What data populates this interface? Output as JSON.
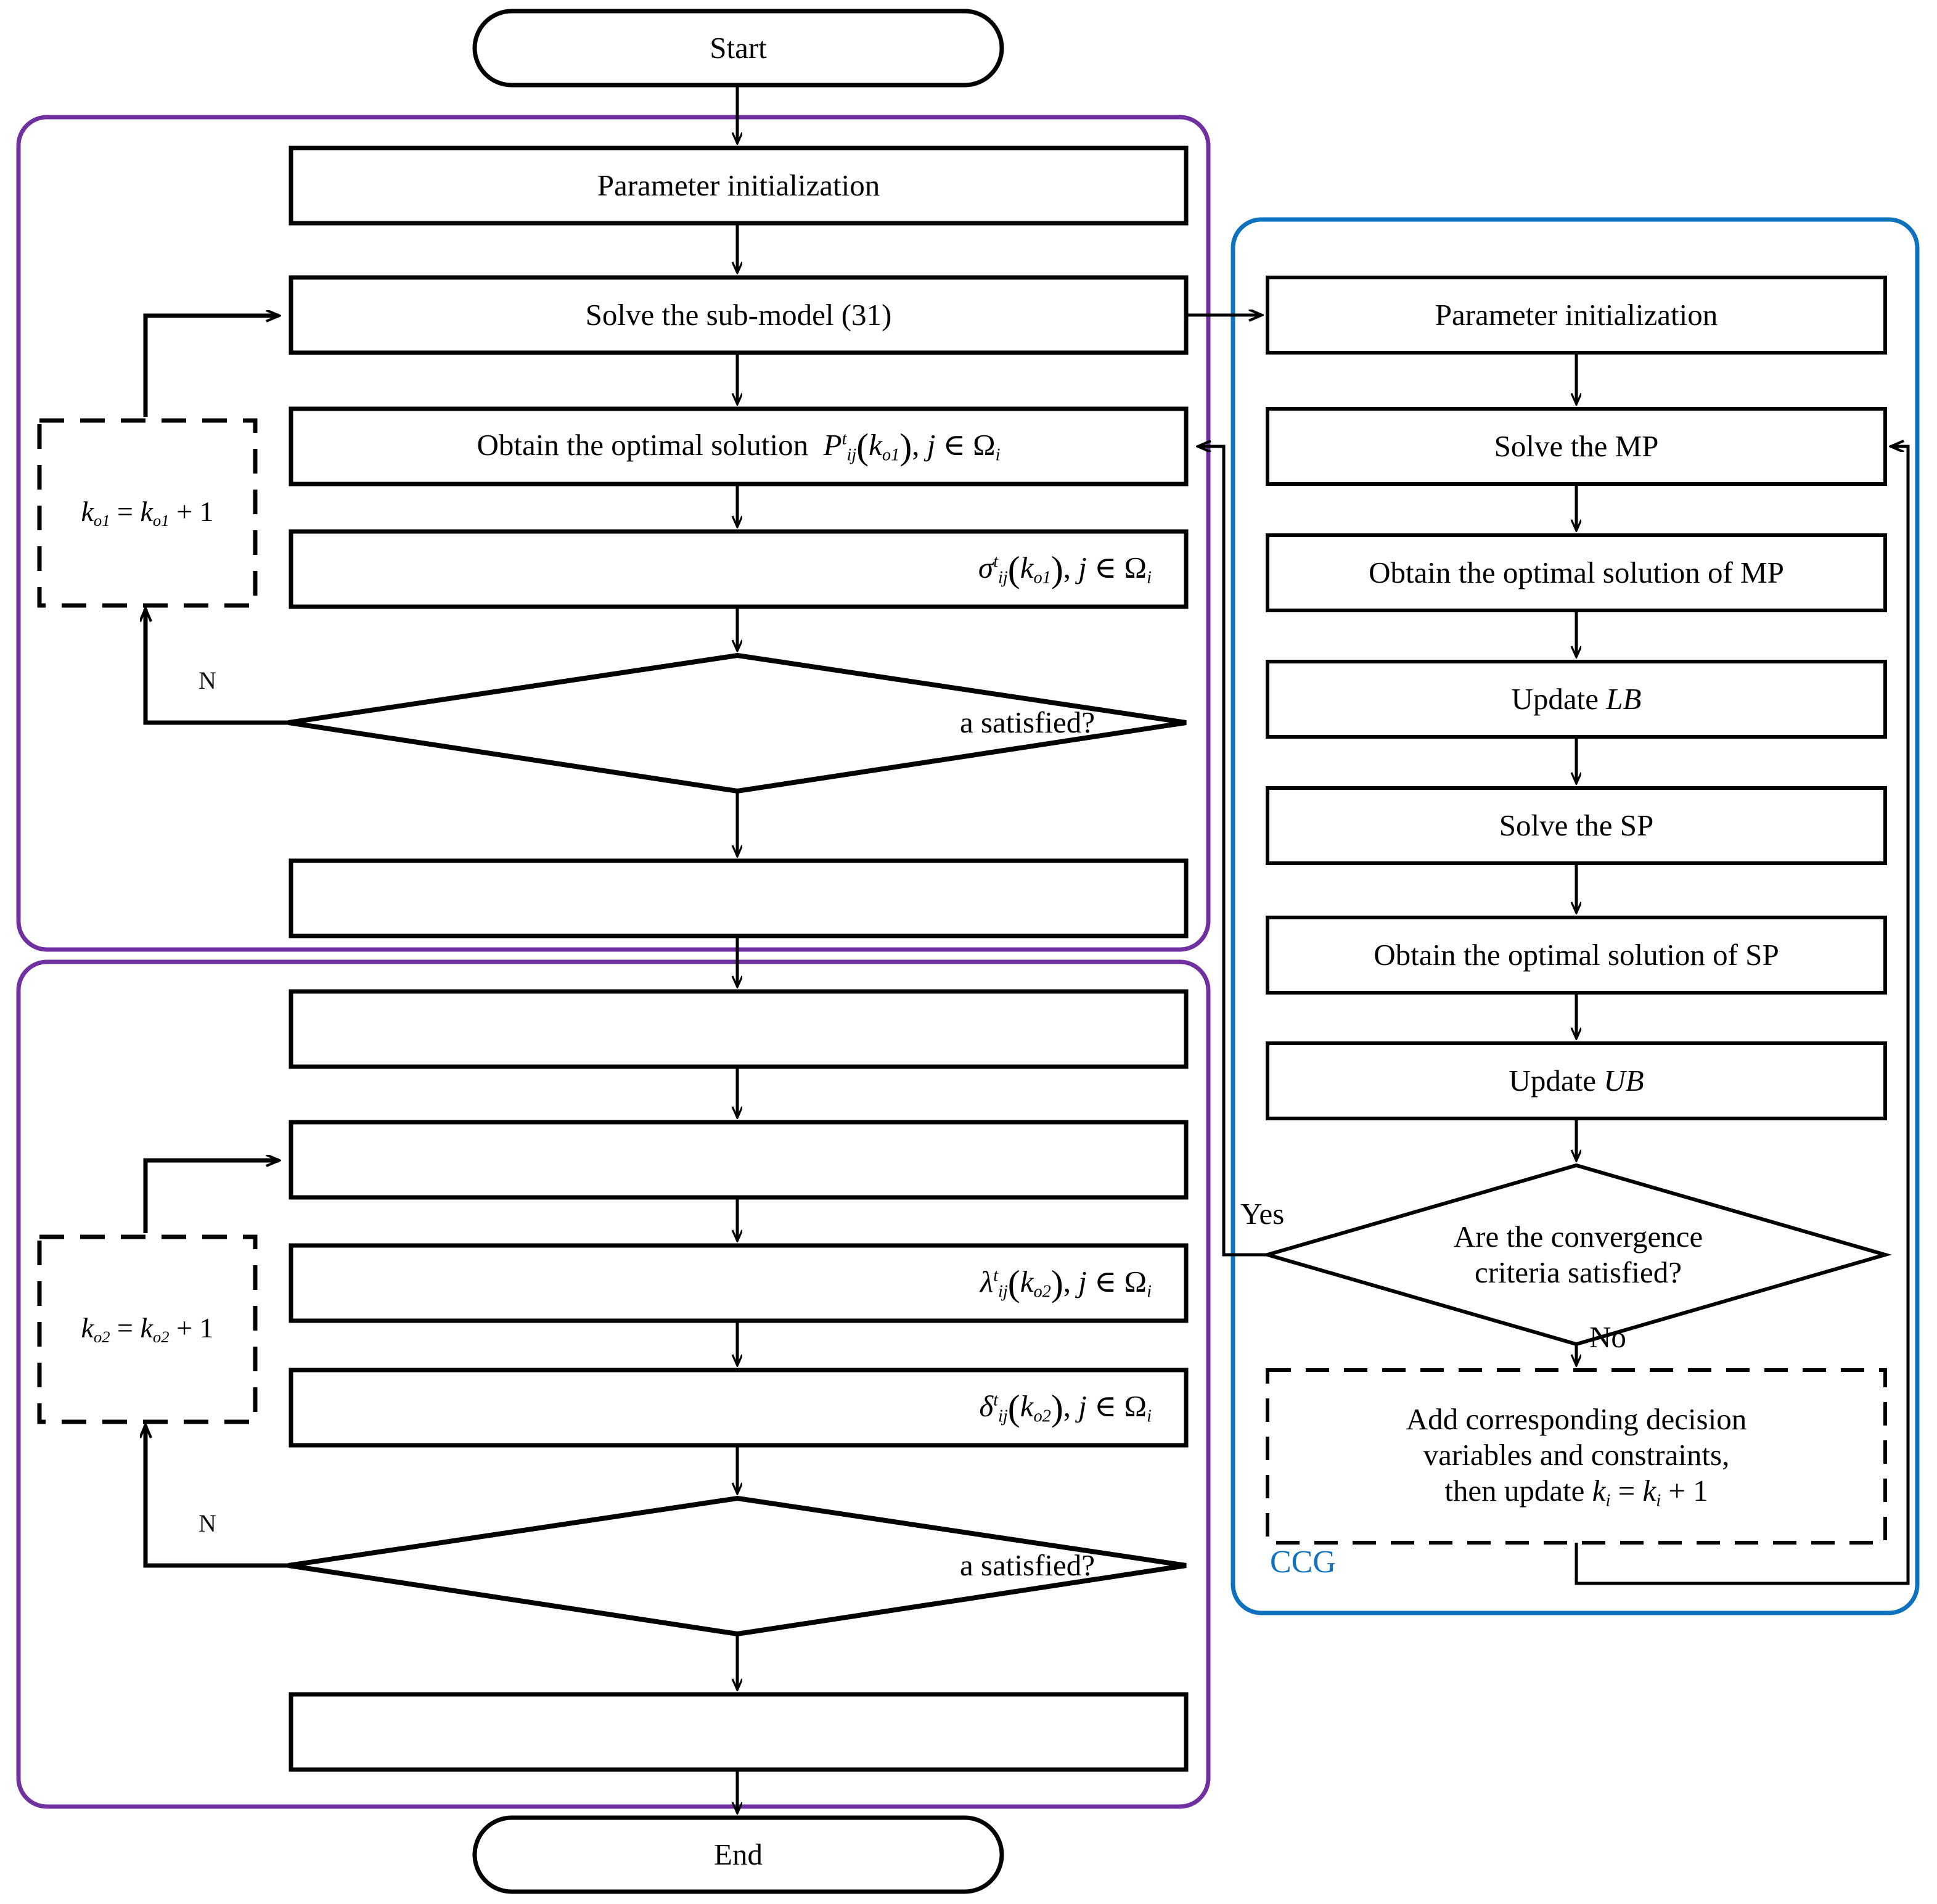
{
  "diagram": {
    "type": "flowchart",
    "title_present": false,
    "colors": {
      "outer_group_border": "#7030A0",
      "ccg_group_border": "#0F72BE",
      "ccg_label_text": "#0F72BE",
      "node_border": "#000000",
      "background": "#FFFFFF"
    }
  },
  "terminators": {
    "start": "Start",
    "end": "End"
  },
  "left_column": {
    "group1": {
      "nodes": [
        {
          "id": "param-init-1",
          "label": "Parameter initialization",
          "align": "center"
        },
        {
          "id": "solve-submodel-31",
          "label": "Solve the sub-model (31)",
          "align": "center"
        },
        {
          "id": "obtain-optimal-P",
          "label": "Obtain the optimal solution",
          "math": "P_ij^t ( k_o1 ), j ∈ Ω_i",
          "align": "center"
        },
        {
          "id": "sigma-node",
          "label": "",
          "math": "σ_ij^t ( k_o1 ), j ∈ Ω_i",
          "align": "right"
        },
        {
          "id": "decision-a-1",
          "label": "a satisfied?",
          "shape": "diamond",
          "align": "right"
        },
        {
          "id": "blank-node-1",
          "label": "",
          "align": "center"
        }
      ],
      "loop_box": {
        "id": "k-o1-update",
        "math": "k_o1 = k_o1 + 1",
        "style": "dashed"
      },
      "loop_edge_fragment": "N"
    },
    "group2": {
      "nodes": [
        {
          "id": "blank-node-2",
          "label": "",
          "align": "center"
        },
        {
          "id": "blank-node-3",
          "label": "",
          "align": "center"
        },
        {
          "id": "lambda-node",
          "label": "",
          "math": "λ_ij^t ( k_o2 ), j ∈ Ω_i",
          "align": "right"
        },
        {
          "id": "delta-node",
          "label": "",
          "math": "δ_ij^t ( k_o2 ), j ∈ Ω_i",
          "align": "right"
        },
        {
          "id": "decision-a-2",
          "label": "a satisfied?",
          "shape": "diamond",
          "align": "right"
        },
        {
          "id": "blank-node-4",
          "label": "",
          "align": "center"
        }
      ],
      "loop_box": {
        "id": "k-o2-update",
        "math": "k_o2 = k_o2 + 1",
        "style": "dashed"
      },
      "loop_edge_fragment": "N"
    }
  },
  "ccg_panel": {
    "group_label": "CCG",
    "nodes": [
      {
        "id": "ccg-param-init",
        "label": "Parameter initialization"
      },
      {
        "id": "ccg-solve-mp",
        "label": "Solve the MP"
      },
      {
        "id": "ccg-obtain-mp",
        "label": "Obtain the optimal solution of MP"
      },
      {
        "id": "ccg-update-lb",
        "label": "Update",
        "italic_suffix": "LB"
      },
      {
        "id": "ccg-solve-sp",
        "label": "Solve the SP"
      },
      {
        "id": "ccg-obtain-sp",
        "label": "Obtain the optimal solution of SP"
      },
      {
        "id": "ccg-update-ub",
        "label": "Update",
        "italic_suffix": "UB"
      }
    ],
    "decision": {
      "id": "ccg-convergence",
      "line1": "Are  the convergence",
      "line2": "criteria satisfied?",
      "yes_label": "Yes",
      "no_label": "No"
    },
    "update_box": {
      "id": "ccg-add-vars",
      "line1": "Add corresponding decision",
      "line2": "variables and constraints,",
      "line3_prefix": "then update",
      "line3_math": "k_i = k_i + 1",
      "style": "dashed"
    }
  }
}
